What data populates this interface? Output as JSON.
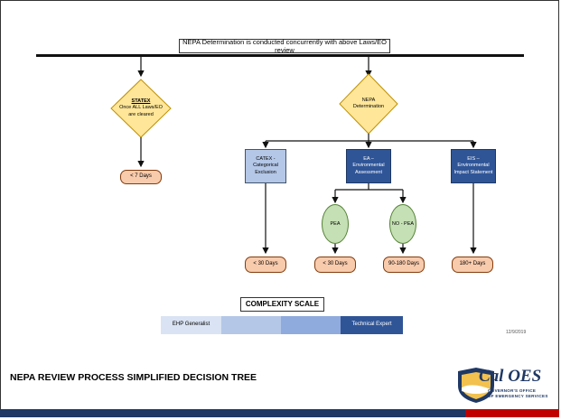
{
  "header": {
    "banner": "NEPA Determination is conducted concurrently with above Laws/EO review"
  },
  "statex": {
    "title": "STATEX",
    "body": "Once ALL Laws/EO are cleared"
  },
  "nepa": {
    "label": "NEPA Determination"
  },
  "catex": {
    "label": "CATEX - Categorical Exclusion"
  },
  "ea": {
    "label": "EA – Environmental Assessment"
  },
  "eis": {
    "label": "EIS – Environmental Impact Statement"
  },
  "pea": {
    "label": "PEA"
  },
  "no_pea": {
    "label": "NO - PEA"
  },
  "durations": {
    "statex": "< 7 Days",
    "catex": "< 30 Days",
    "pea": "< 30 Days",
    "no_pea": "90-180 Days",
    "eis": "180+ Days"
  },
  "complexity": {
    "title": "COMPLEXITY SCALE",
    "left_label": "EHP Generalist",
    "right_label": "Technical Expert"
  },
  "date": "12/9/2019",
  "footer": {
    "title": "NEPA REVIEW PROCESS SIMPLIFIED DECISION TREE"
  },
  "logo": {
    "name": "Cal OES",
    "line1": "GOVERNOR'S OFFICE",
    "line2": "OF EMERGENCY SERVICES"
  },
  "colors": {
    "diamond": "#ffe699",
    "light_box": "#b4c7e7",
    "dark_box": "#2f5597",
    "duration_pill": "#f8cbad",
    "oval": "#c5e0b4",
    "navy": "#1f3864"
  }
}
